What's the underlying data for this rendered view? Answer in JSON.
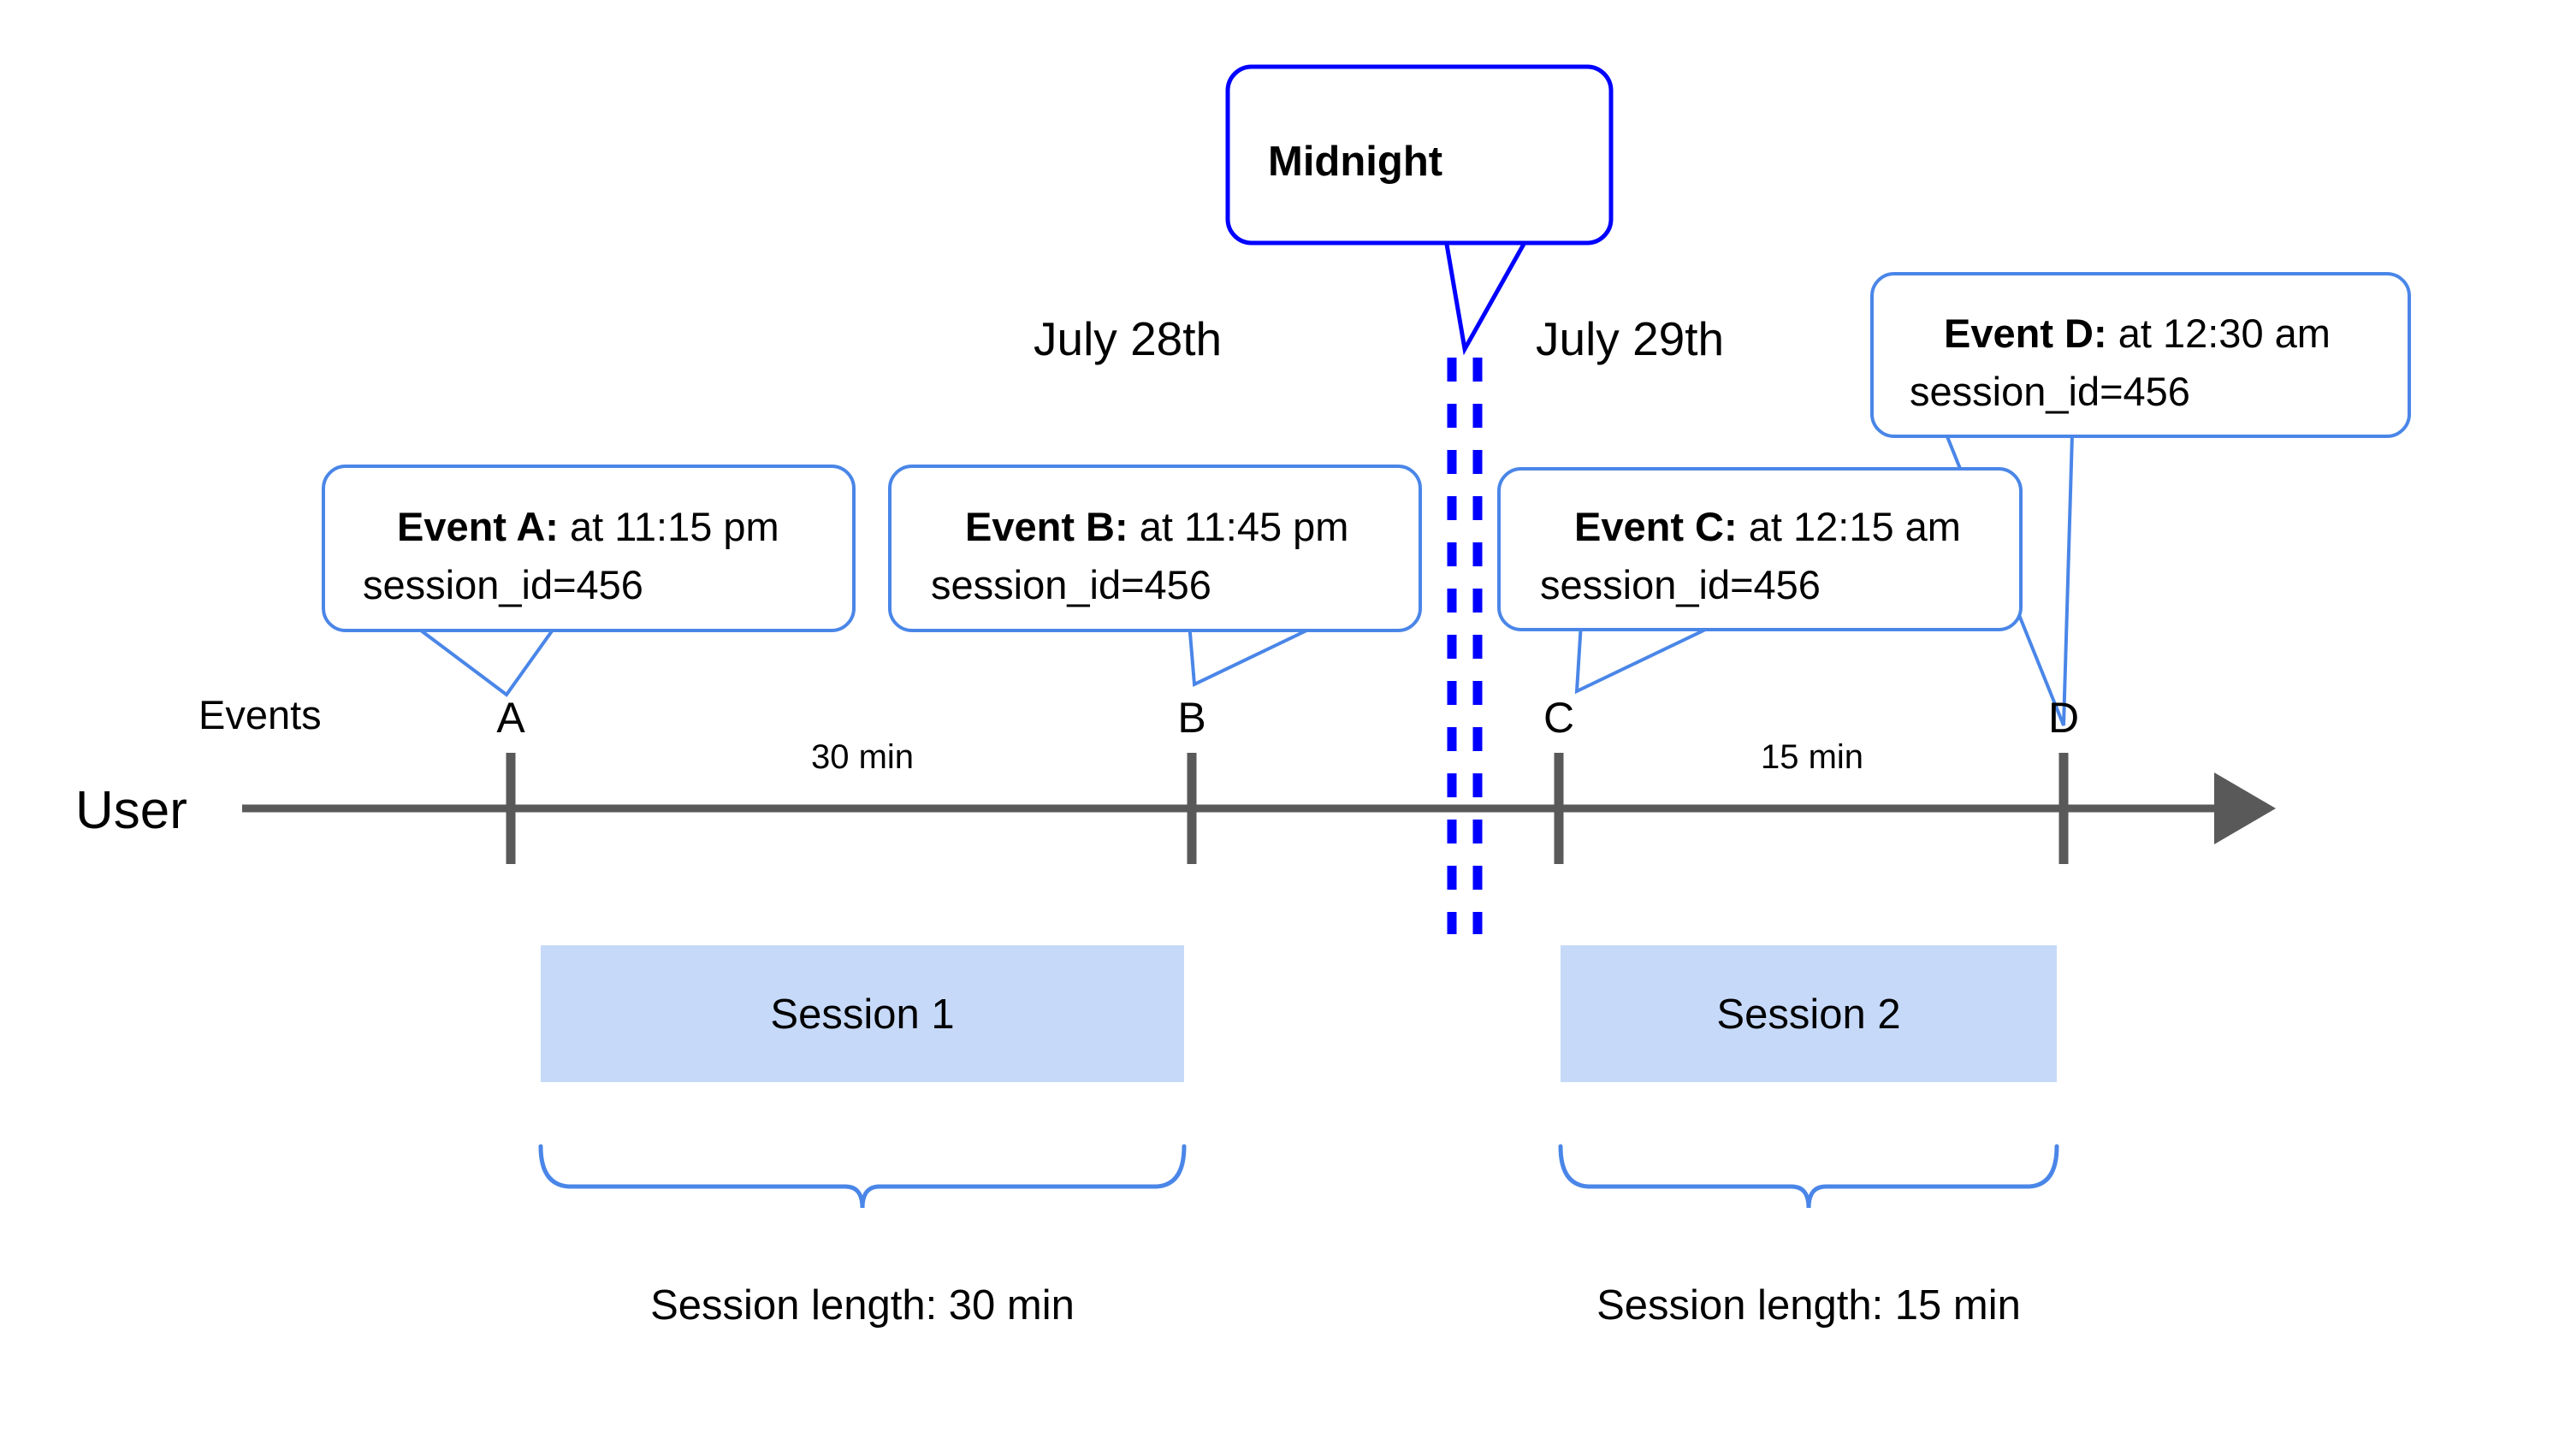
{
  "diagram": {
    "title_semantic": "user-session-timeline",
    "colors": {
      "callout_border": "#4a86e8",
      "midnight_blue": "#0000ff",
      "session_fill": "#c6d9f8",
      "axis_gray": "#595959",
      "text": "#000000",
      "background": "#ffffff"
    },
    "axis": {
      "row_label": "User",
      "events_label": "Events"
    },
    "day_labels": [
      {
        "text": "July 28th"
      },
      {
        "text": "July 29th"
      }
    ],
    "midnight": {
      "label": "Midnight"
    },
    "ticks": [
      {
        "letter": "A"
      },
      {
        "letter": "B"
      },
      {
        "letter": "C"
      },
      {
        "letter": "D"
      }
    ],
    "gaps": [
      {
        "text": "30 min"
      },
      {
        "text": "15 min"
      }
    ],
    "callouts": [
      {
        "name": "event-a",
        "bold": "Event A:",
        "rest": " at 11:15 pm",
        "line2": "session_id=456"
      },
      {
        "name": "event-b",
        "bold": "Event B:",
        "rest": " at 11:45 pm",
        "line2": "session_id=456"
      },
      {
        "name": "event-c",
        "bold": "Event C:",
        "rest": " at 12:15 am",
        "line2": "session_id=456"
      },
      {
        "name": "event-d",
        "bold": "Event D:",
        "rest": " at 12:30 am",
        "line2": "session_id=456"
      }
    ],
    "sessions": [
      {
        "label": "Session 1",
        "length_label": "Session length: 30 min"
      },
      {
        "label": "Session 2",
        "length_label": "Session length: 15 min"
      }
    ]
  }
}
